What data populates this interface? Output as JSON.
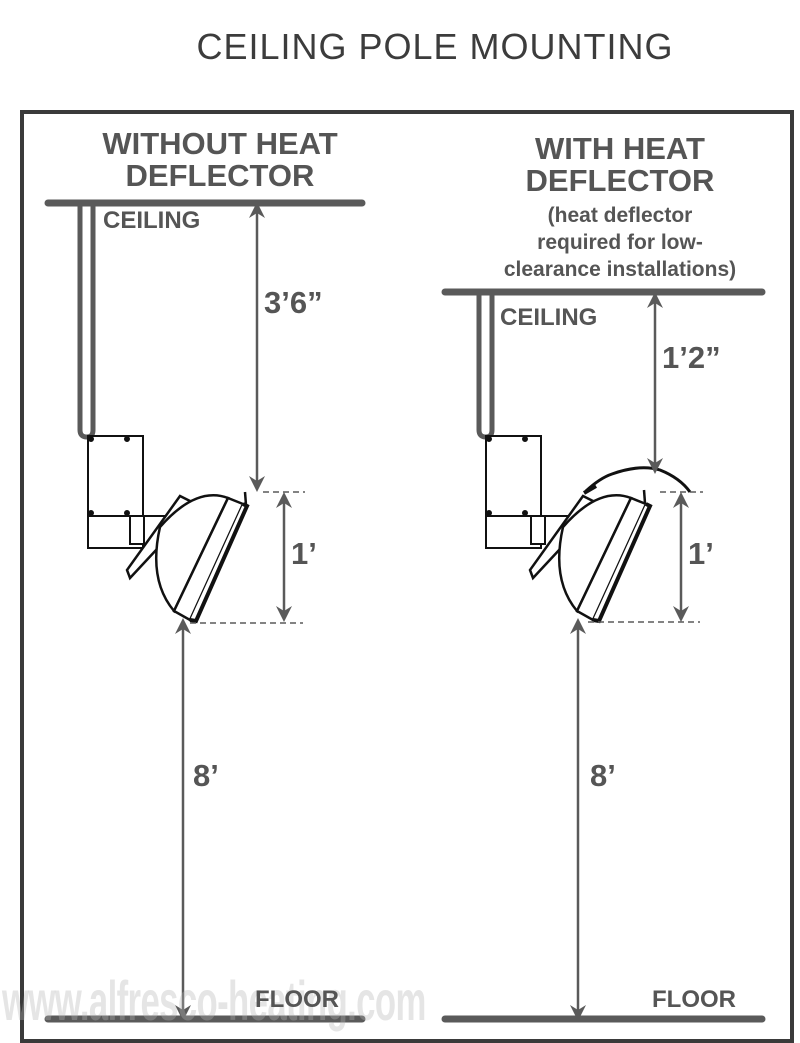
{
  "title": "CEILING POLE MOUNTING",
  "panels": [
    {
      "id": "without-deflector",
      "heading_line1": "WITHOUT HEAT",
      "heading_line2": "DEFLECTOR",
      "ceiling_label": "CEILING",
      "floor_label": "FLOOR",
      "dimensions": {
        "ceiling_to_heater": "3’6”",
        "heater_height": "1’",
        "heater_to_floor": "8’"
      }
    },
    {
      "id": "with-deflector",
      "heading_line1": "WITH HEAT",
      "heading_line2": "DEFLECTOR",
      "note_line1": "(heat deflector",
      "note_line2": "required for low-",
      "note_line3": "clearance installations)",
      "ceiling_label": "CEILING",
      "floor_label": "FLOOR",
      "dimensions": {
        "ceiling_to_heater": "1’2”",
        "heater_height": "1’",
        "heater_to_floor": "8’"
      }
    }
  ],
  "watermark": "www.alfresco-heating.com",
  "colors": {
    "line": "#5a5a5a",
    "frame": "#3a3a3a",
    "text": "#555555",
    "drawing": "#111111"
  }
}
